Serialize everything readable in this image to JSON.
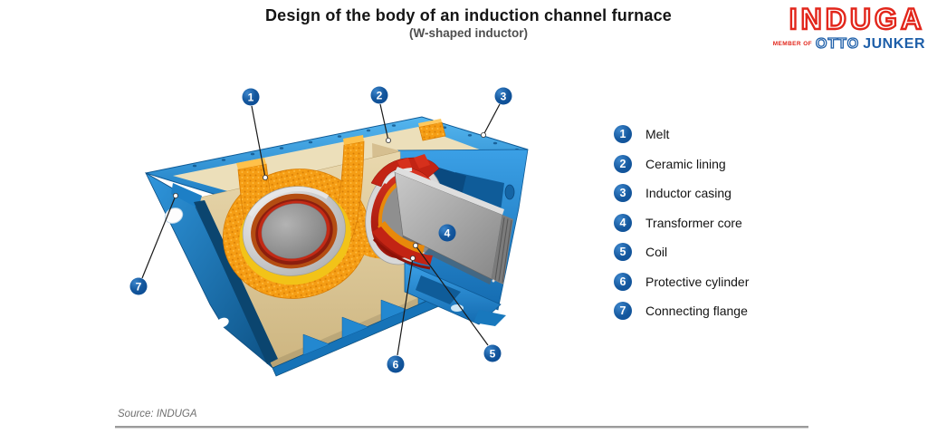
{
  "header": {
    "title": "Design of the body of an induction channel furnace",
    "subtitle": "(W-shaped inductor)"
  },
  "logo": {
    "brand": "INDUGA",
    "member_of": "MEMBER OF",
    "otto": "OTTO",
    "junker": "JUNKER",
    "brand_color": "#e2261b",
    "partner_color": "#1e5fa9"
  },
  "legend": {
    "items": [
      {
        "number": "1",
        "label": "Melt"
      },
      {
        "number": "2",
        "label": "Ceramic lining"
      },
      {
        "number": "3",
        "label": "Inductor casing"
      },
      {
        "number": "4",
        "label": "Transformer core"
      },
      {
        "number": "5",
        "label": "Coil"
      },
      {
        "number": "6",
        "label": "Protective cylinder"
      },
      {
        "number": "7",
        "label": "Connecting flange"
      }
    ]
  },
  "footer": {
    "source": "Source: INDUGA"
  },
  "colors": {
    "badge_blue": "#0d4e95",
    "casing_blue": "#2d9be4",
    "ceramic_tan": "#e3d0a2",
    "melt_orange": "#f59d14",
    "coil_red": "#c22414",
    "core_gray": "#9a9a9a"
  }
}
